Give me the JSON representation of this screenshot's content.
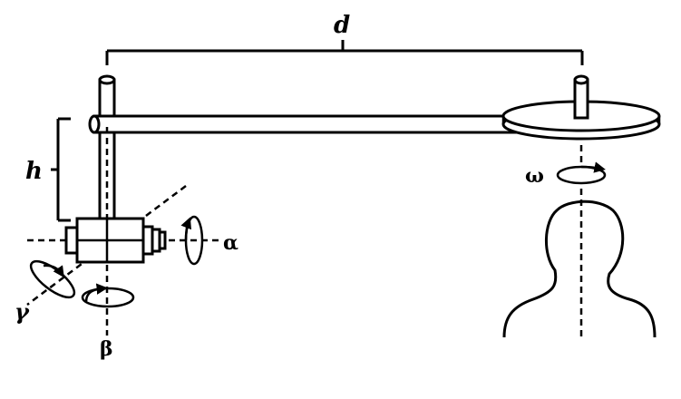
{
  "labels": {
    "distance": "d",
    "height": "h",
    "alpha": "α",
    "beta": "β",
    "gamma": "γ",
    "omega": "ω"
  }
}
